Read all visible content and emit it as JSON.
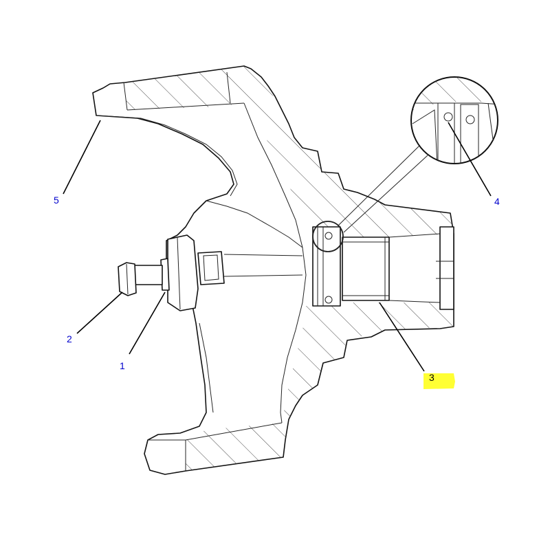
{
  "diagram": {
    "callouts": [
      {
        "id": "1",
        "label": "1",
        "color": "#0000cc",
        "highlight": false
      },
      {
        "id": "2",
        "label": "2",
        "color": "#0000cc",
        "highlight": false
      },
      {
        "id": "3",
        "label": "3",
        "color": "#000000",
        "highlight": true,
        "highlight_color": "#ffff33"
      },
      {
        "id": "4",
        "label": "4",
        "color": "#0000cc",
        "highlight": false
      },
      {
        "id": "5",
        "label": "5",
        "color": "#0000cc",
        "highlight": false
      }
    ]
  }
}
